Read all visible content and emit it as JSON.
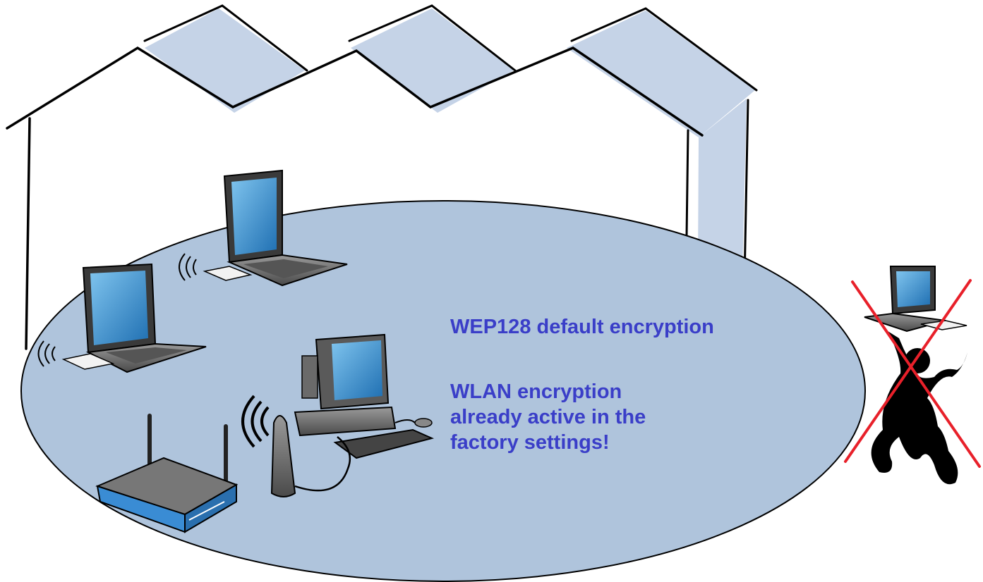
{
  "captions": {
    "default_encryption": "WEP128 default encryption",
    "factory_line1": "WLAN encryption",
    "factory_line2": "already active in the",
    "factory_line3": "factory settings!"
  },
  "colors": {
    "coverage_area": "#afc4dc",
    "roof_panel": "#c5d3e7",
    "caption_text": "#3a3ec8",
    "cross_out": "#e8202a",
    "screen": "#2f86c6",
    "device_body": "#6e6e6e"
  },
  "icons": {
    "intruder": "attacker-figure-icon",
    "blocked": "cross-icon",
    "access_point": "wlan-router-icon",
    "clients": "laptop-icon"
  }
}
